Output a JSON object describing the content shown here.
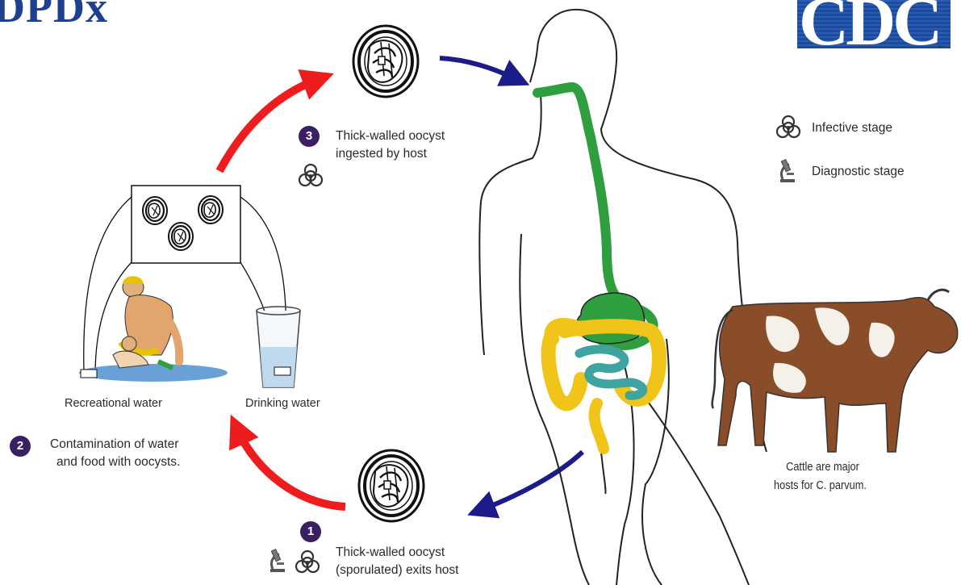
{
  "logos": {
    "dpdx": "DPDx",
    "cdc": "CDC"
  },
  "colors": {
    "infect_arrow": "#ee1c1c",
    "host_arrow": "#1b1b8a",
    "stage_badge": "#3b1f63",
    "gi_green": "#2e9e3e",
    "gi_teal": "#3fa3a0",
    "gi_yellow": "#f0c419"
  },
  "stages": [
    {
      "number": "3",
      "line1": "Thick-walled oocyst",
      "line2": "ingested by host",
      "icons": [
        "biohazard-icon"
      ]
    },
    {
      "number": "2",
      "line1": "Contamination of water",
      "line2": "and food with oocysts.",
      "icons": []
    },
    {
      "number": "1",
      "line1": "Thick-walled oocyst",
      "line2": "(sporulated) exits host",
      "icons": [
        "microscope-icon",
        "biohazard-icon"
      ]
    }
  ],
  "sources": {
    "recreational": "Recreational water",
    "drinking": "Drinking water"
  },
  "legend": {
    "infective": "Infective stage",
    "diagnostic": "Diagnostic stage"
  },
  "cattle": {
    "line1": "Cattle are major",
    "line2": "hosts for C. parvum."
  }
}
